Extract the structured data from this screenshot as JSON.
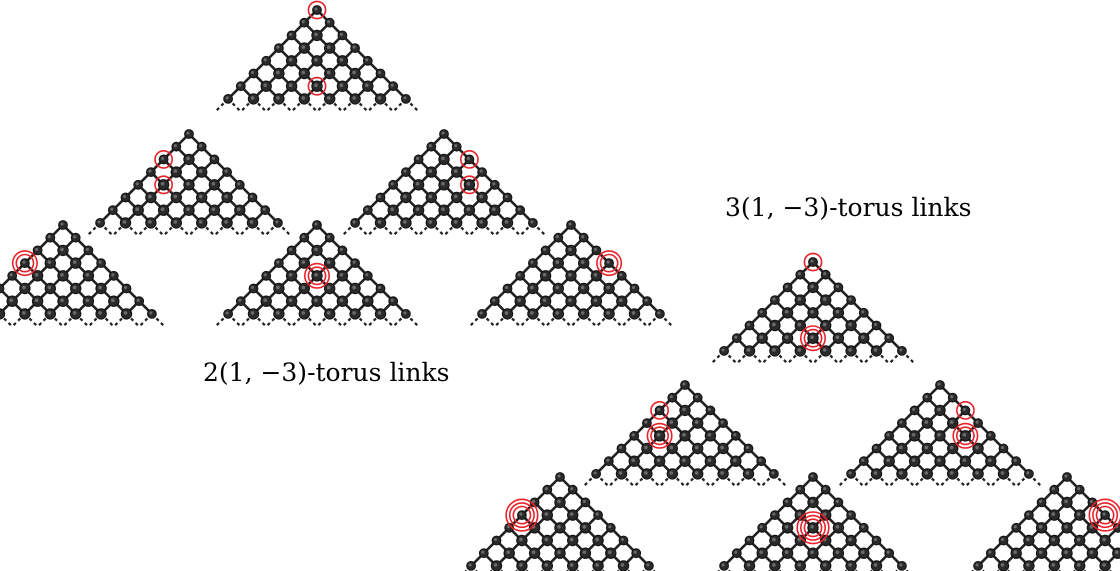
{
  "colors": {
    "lattice": "#222222",
    "dashes": "#222222",
    "marker": "#e8232a"
  },
  "captions": {
    "left": "2(1, −3)-torus links",
    "right": "3(1, −3)-torus links"
  },
  "groups": [
    {
      "name": "2-1-3-torus-links",
      "caption_key": "left",
      "triangles": [
        {
          "name": "top",
          "markers": [
            {
              "node": "apex",
              "rings": 1
            },
            {
              "node": "bottom-center",
              "rings": 1
            }
          ]
        },
        {
          "name": "middle-left",
          "markers": [
            {
              "node": "upper-left",
              "rings": 1
            },
            {
              "node": "inner-left",
              "rings": 1
            }
          ]
        },
        {
          "name": "middle-right",
          "markers": [
            {
              "node": "upper-right",
              "rings": 1
            },
            {
              "node": "inner-right",
              "rings": 1
            }
          ]
        },
        {
          "name": "bottom-left",
          "markers": [
            {
              "node": "left-edge-2",
              "rings": 2
            }
          ]
        },
        {
          "name": "bottom-center",
          "markers": [
            {
              "node": "center",
              "rings": 2
            }
          ]
        },
        {
          "name": "bottom-right",
          "markers": [
            {
              "node": "right-edge-2",
              "rings": 2
            }
          ]
        }
      ]
    },
    {
      "name": "3-1-3-torus-links",
      "caption_key": "right",
      "triangles": [
        {
          "name": "top",
          "markers": [
            {
              "node": "apex",
              "rings": 1
            },
            {
              "node": "bottom-center",
              "rings": 2
            }
          ]
        },
        {
          "name": "middle-left",
          "markers": [
            {
              "node": "upper-left",
              "rings": 1
            },
            {
              "node": "inner-left",
              "rings": 2
            }
          ]
        },
        {
          "name": "middle-right",
          "markers": [
            {
              "node": "upper-right",
              "rings": 1
            },
            {
              "node": "inner-right",
              "rings": 2
            }
          ]
        },
        {
          "name": "bottom-left",
          "markers": [
            {
              "node": "left-edge-2",
              "rings": 3
            }
          ]
        },
        {
          "name": "bottom-center",
          "markers": [
            {
              "node": "center",
              "rings": 3
            }
          ]
        },
        {
          "name": "bottom-right",
          "markers": [
            {
              "node": "right-edge-2",
              "rings": 3
            }
          ]
        }
      ]
    }
  ]
}
